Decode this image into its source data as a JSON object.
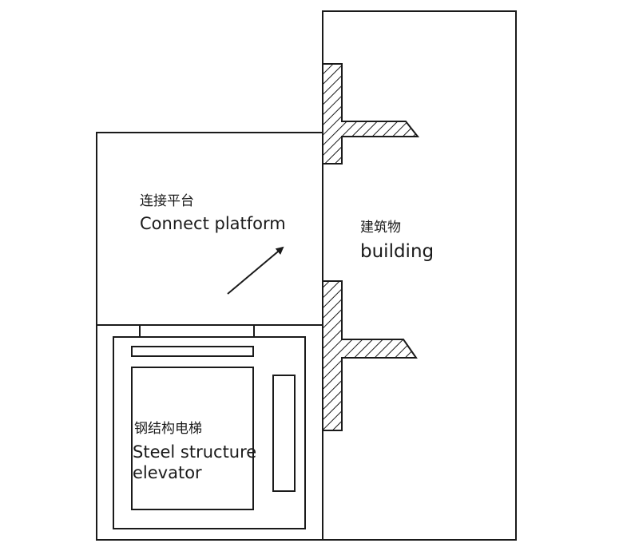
{
  "labels": {
    "connect_platform_cn": "连接平台",
    "connect_platform_en": "Connect platform",
    "building_cn": "建筑物",
    "building_en": "building",
    "elevator_cn": "钢结构电梯",
    "elevator_en_line1": "Steel structure",
    "elevator_en_line2": "elevator"
  },
  "colors": {
    "stroke": "#1a1a1a",
    "background": "#ffffff"
  }
}
